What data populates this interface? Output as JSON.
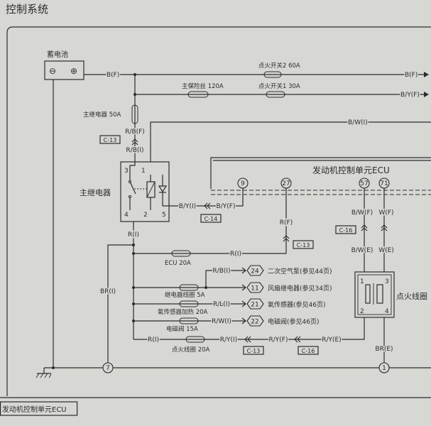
{
  "header": {
    "title": "控制系统"
  },
  "battery": {
    "label": "蓄电池",
    "minus": "⊖",
    "plus": "⊕"
  },
  "fuses": {
    "ignition_switch_2": "点火开关2 60A",
    "main_fuse": "主保险丝 120A",
    "ignition_switch_1": "点火开关1 30A",
    "main_relay": "主继电器 50A",
    "ecu": "ECU 20A",
    "relay_coil": "继电器线圈 5A",
    "o2_heater": "氧传感器加热 20A",
    "solenoid": "电磁阀 15A",
    "ignition_coil": "点火线圈 20A"
  },
  "wires": {
    "b_f_battery": "B(F)",
    "b_f_right": "B(F)",
    "b_y_f_right": "B/Y(F)",
    "r_b_f": "R/B(F)",
    "r_b_i_relay": "R/B(I)",
    "b_w_i": "B/W(I)",
    "b_y_i": "B/Y(I)",
    "b_y_f": "B/Y(F)",
    "r_f": "R(F)",
    "b_w_f": "B/W(F)",
    "w_f": "W(F)",
    "b_w_e": "B/W(E)",
    "w_e": "W(E)",
    "r_i_relay": "R(I)",
    "r_i_ecu": "R(I)",
    "r_b_i": "R/B(I)",
    "r_l_i": "R/L(I)",
    "r_w_i": "R/W(I)",
    "r_i_coil": "R(I)",
    "r_y_i": "R/Y(I)",
    "r_y_f": "R/Y(F)",
    "r_y_e": "R/Y(E)",
    "br_i": "BR(I)",
    "br_e": "BR(E)"
  },
  "connectors": {
    "c13_relay": "C-13",
    "c14": "C-14",
    "c13_ecu": "C-13",
    "c16_coil": "C-16",
    "c13_row": "C-13",
    "c16_row": "C-16"
  },
  "main_relay": {
    "label": "主继电器",
    "pins": {
      "pin3": "3",
      "pin1": "1",
      "pin4": "4",
      "pin2": "2",
      "pin5": "5"
    }
  },
  "ecu": {
    "label": "发动机控制单元ECU",
    "pins": [
      "9",
      "27",
      "57",
      "71"
    ]
  },
  "ignition_coil": {
    "label": "点火线圈",
    "pins": {
      "pin1": "1",
      "pin3": "3",
      "pin2": "2",
      "pin4": "4"
    }
  },
  "references": [
    {
      "num": "24",
      "text": "二次空气泵(参见44页)"
    },
    {
      "num": "11",
      "text": "风扇继电器(参见34页)"
    },
    {
      "num": "21",
      "text": "氧传感器(参见46页)"
    },
    {
      "num": "22",
      "text": "电磁阀(参见46页)"
    }
  ],
  "ground_points": [
    "7",
    "1"
  ],
  "footer": {
    "label": "发动机控制单元ECU"
  },
  "colors": {
    "paper": "#d7d7d3",
    "ink": "#2c2c2c"
  }
}
